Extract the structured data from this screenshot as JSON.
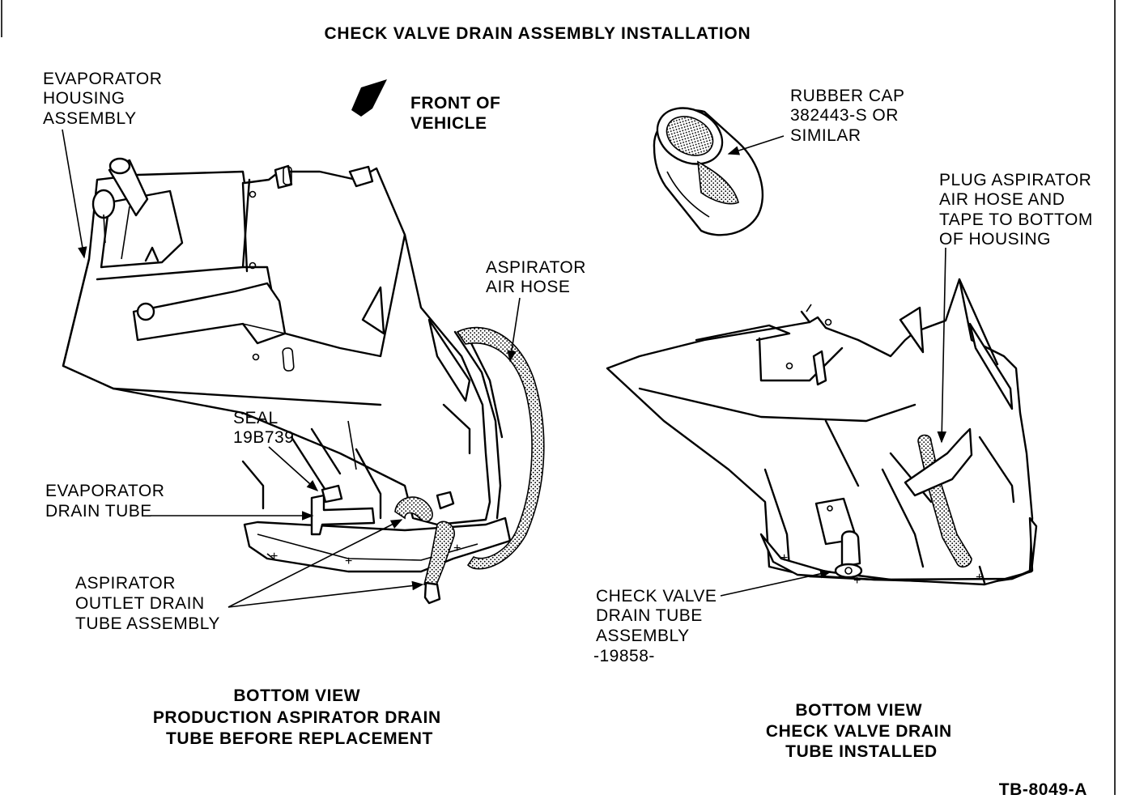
{
  "title": "CHECK VALVE DRAIN ASSEMBLY INSTALLATION",
  "figure_id": "TB-8049-A",
  "labels": {
    "evaporator_housing": [
      "EVAPORATOR",
      "HOUSING",
      "ASSEMBLY"
    ],
    "front_of_vehicle": [
      "FRONT OF",
      "VEHICLE"
    ],
    "rubber_cap": [
      "RUBBER CAP",
      "382443-S OR",
      "SIMILAR"
    ],
    "plug_aspirator": [
      "PLUG ASPIRATOR",
      "AIR HOSE AND",
      "TAPE TO BOTTOM",
      "OF HOUSING"
    ],
    "aspirator_air_hose": [
      "ASPIRATOR",
      "AIR HOSE"
    ],
    "seal": [
      "SEAL",
      "19B739"
    ],
    "evaporator_drain_tube": [
      "EVAPORATOR",
      "DRAIN TUBE"
    ],
    "aspirator_outlet": [
      "ASPIRATOR",
      "OUTLET DRAIN",
      "TUBE ASSEMBLY"
    ],
    "check_valve_drain_tube": [
      "CHECK VALVE",
      "DRAIN TUBE",
      "ASSEMBLY",
      "-19858-"
    ]
  },
  "captions": {
    "left": [
      "BOTTOM VIEW",
      "PRODUCTION ASPIRATOR DRAIN",
      "TUBE BEFORE REPLACEMENT"
    ],
    "right": [
      "BOTTOM VIEW",
      "CHECK VALVE DRAIN",
      "TUBE INSTALLED"
    ]
  }
}
